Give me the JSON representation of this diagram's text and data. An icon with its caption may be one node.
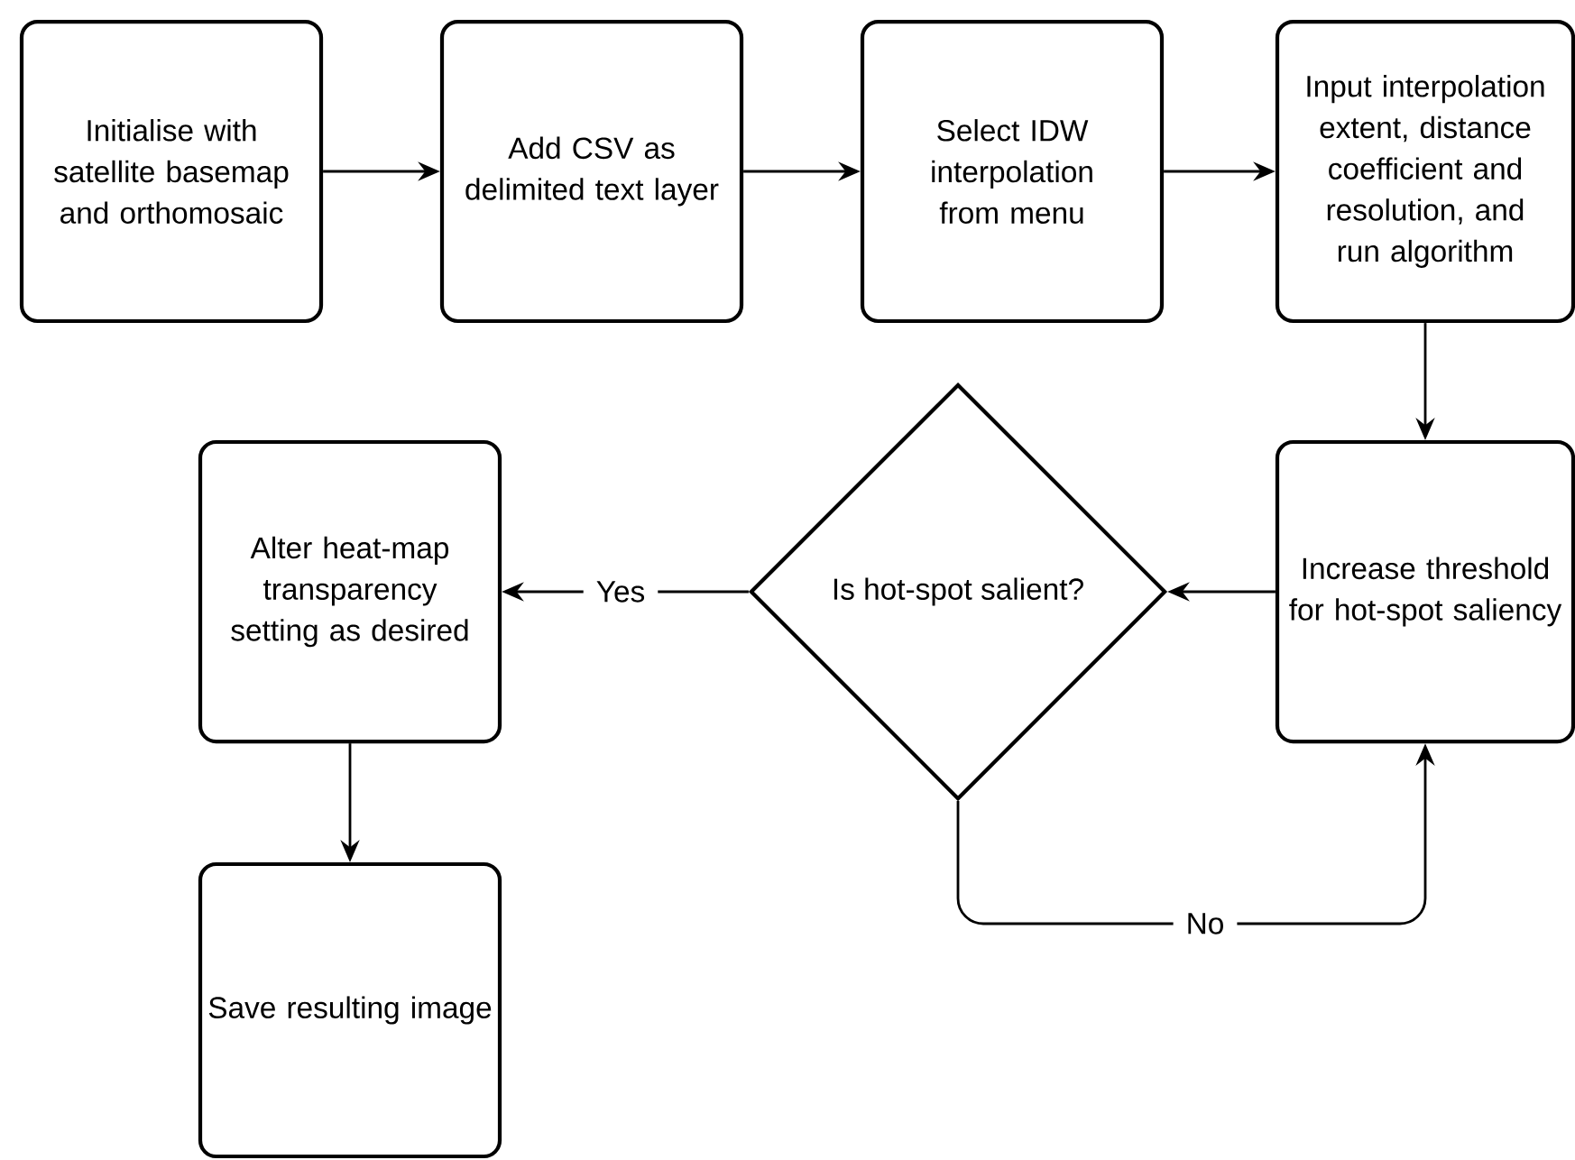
{
  "diagram": {
    "nodes": [
      {
        "text": [
          "Initialise with satellite basemap and orthomosaic"
        ]
      },
      {
        "text": [
          "Add CSV as delimited text layer"
        ]
      },
      {
        "text": [
          "Select IDW interpolation from menu"
        ]
      },
      {
        "text": [
          "Input interpolation extent, distance coefficient and resolution, and run algorithm"
        ]
      },
      {
        "text": [
          "Increase threshold for hot-spot saliency"
        ]
      },
      {
        "text": [
          "Is hot-spot salient?"
        ]
      },
      {
        "text": [
          "Alter heat-map transparency setting as desired"
        ]
      },
      {
        "text": [
          "Save resulting image"
        ]
      }
    ],
    "edges": [
      {
        "from": 0,
        "to": 1,
        "arrow": "to"
      },
      {
        "from": 1,
        "to": 2,
        "arrow": "to"
      },
      {
        "from": 2,
        "to": 3,
        "arrow": "to"
      },
      {
        "from": 3,
        "to": 4,
        "arrow": "to"
      },
      {
        "from": 4,
        "to": 5,
        "arrow": "to"
      },
      {
        "from": 5,
        "to": 6,
        "arrow": "to",
        "label": "Yes"
      },
      {
        "from": 5,
        "to": 4,
        "arrow": "to",
        "label": "No"
      },
      {
        "from": 6,
        "to": 7,
        "arrow": "to"
      }
    ]
  }
}
